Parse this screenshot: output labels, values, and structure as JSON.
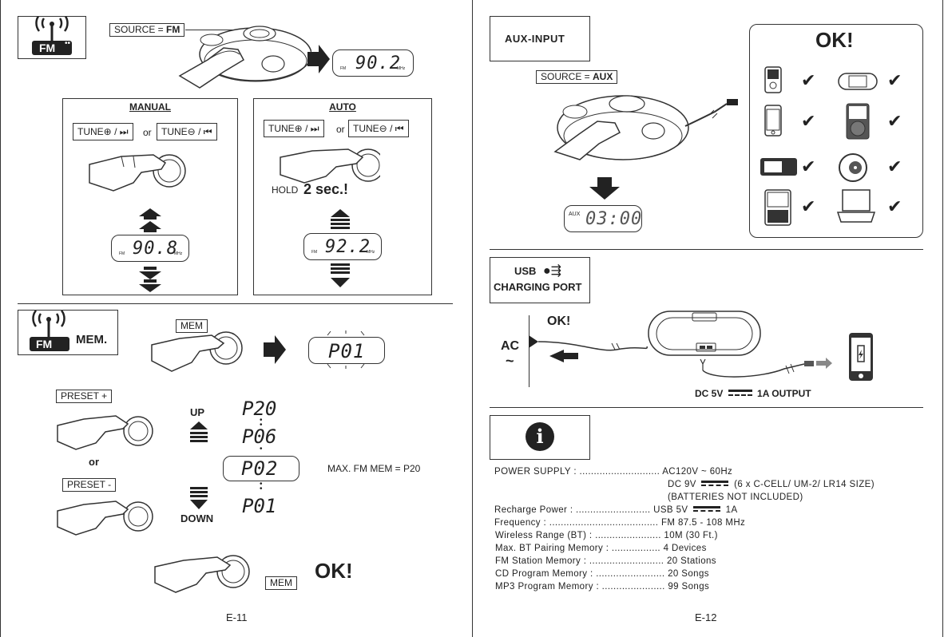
{
  "left": {
    "source_fm": {
      "prefix": "SOURCE = ",
      "value": "FM"
    },
    "fm_icon_label": "FM",
    "lcd_top": {
      "band": "FM",
      "freq": "90.2",
      "unit": "MHz"
    },
    "manual": {
      "title": "MANUAL",
      "tune_plus": "TUNE",
      "or": "or",
      "tune_minus": "TUNE",
      "lcd": {
        "band": "FM",
        "freq": "90.8",
        "unit": "MHz"
      }
    },
    "auto": {
      "title": "AUTO",
      "tune_plus": "TUNE",
      "or": "or",
      "tune_minus": "TUNE",
      "hold": "HOLD",
      "hold_time": "2 sec.!",
      "lcd": {
        "band": "FM",
        "freq": "92.2",
        "unit": "MHz"
      }
    },
    "mem_section": {
      "icon_label": "FM",
      "title": "MEM.",
      "mem_button": "MEM",
      "lcd_preset": "P01"
    },
    "preset": {
      "plus": "PRESET +",
      "or": "or",
      "minus": "PRESET -",
      "up": "UP",
      "down": "DOWN",
      "list": [
        "P20",
        "P06",
        "P02",
        "P01"
      ],
      "max_note": "MAX. FM MEM = P20"
    },
    "confirm": {
      "mem_button": "MEM",
      "ok": "OK!"
    },
    "page_number": "E-11"
  },
  "right": {
    "aux": {
      "title": "AUX-INPUT",
      "source_prefix": "SOURCE = ",
      "source_value": "AUX",
      "lcd_label": "AUX",
      "lcd_value": "03:00",
      "ok": "OK!"
    },
    "usb": {
      "title": "USB",
      "subtitle": "CHARGING PORT",
      "ok": "OK!",
      "ac": "AC",
      "ac_symbol": "~",
      "output_prefix": "DC 5V",
      "output_suffix": "1A OUTPUT"
    },
    "specs": {
      "info_icon": "i",
      "rows": [
        {
          "label": "POWER SUPPLY : ............................",
          "value": "AC120V ~ 60Hz"
        },
        {
          "label": "",
          "value": "DC 9V",
          "value_suffix": "(6 x C-CELL/ UM-2/ LR14 SIZE)"
        },
        {
          "label": "",
          "value": "(BATTERIES NOT INCLUDED)"
        },
        {
          "label": "Recharge Power : ..........................",
          "value": "USB 5V",
          "value_suffix": "1A"
        },
        {
          "label": "Frequency : ......................................",
          "value": "FM 87.5 - 108 MHz"
        },
        {
          "label": "Wireless Range (BT) : .......................",
          "value": "10M (30 Ft.)"
        },
        {
          "label": "Max. BT Pairing Memory : .................",
          "value": "4 Devices"
        },
        {
          "label": "FM Station Memory : ..........................",
          "value": "20 Stations"
        },
        {
          "label": "CD Program Memory : ........................",
          "value": "20 Songs"
        },
        {
          "label": "MP3 Program Memory : ......................",
          "value": "99 Songs"
        }
      ]
    },
    "page_number": "E-12"
  }
}
